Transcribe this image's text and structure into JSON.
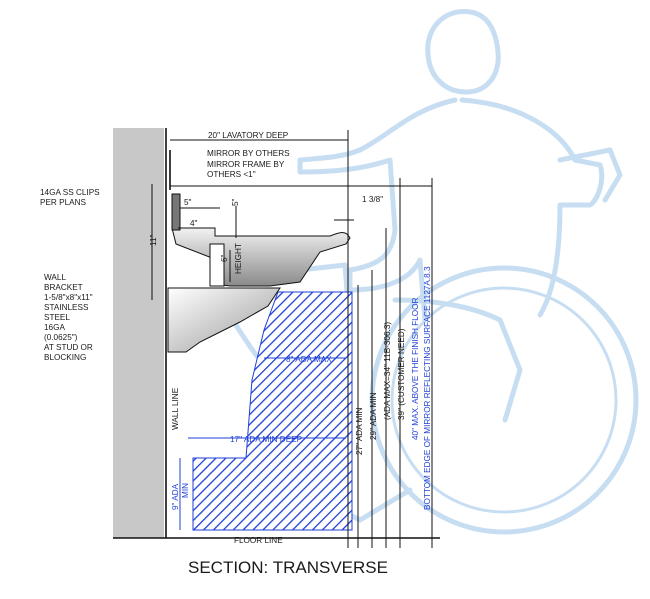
{
  "title": "SECTION: TRANSVERSE",
  "labels": {
    "lavatory_deep": "20\" LAVATORY DEEP",
    "mirror_by_others": "MIRROR BY OTHERS",
    "mirror_frame_1": "MIRROR FRAME BY",
    "mirror_frame_2": "OTHERS <1\"",
    "clips_1": "14GA SS CLIPS",
    "clips_2": "PER PLANS",
    "dim_5a": "5\"",
    "dim_5b": "5\"",
    "dim_1_3_8": "1 3/8\"",
    "dim_4": "4\"",
    "dim_11": "11\"",
    "dim_6": "6\"",
    "height": "HEIGHT",
    "bracket_1": "WALL",
    "bracket_2": "BRACKET",
    "bracket_3": "1-5/8\"x8\"x11\"",
    "bracket_4": "STAINLESS",
    "bracket_5": "STEEL",
    "bracket_6": "16GA",
    "bracket_7": "(0.0625\")",
    "bracket_8": "AT STUD OR",
    "bracket_9": "BLOCKING",
    "wall_line": "WALL LINE",
    "ada_max": "8\" ADA MAX",
    "ada_min_deep": "17\" ADA MIN DEEP",
    "ada_9_min": "9\" ADA",
    "ada_9_min_2": "MIN",
    "finish_floor": "FLOOR LINE",
    "v27": "27\" ADA MIN",
    "v29": "29\" ADA MIN",
    "v34": "(ADA MAX=34\" 11B-306.3)",
    "v39": "39\" (CUSTOMER NEED)",
    "v40a": "40\" MAX. ABOVE THE FINISH FLOOR",
    "v40b": "BOTTOM EDGE OF MIRROR REFLECTING SURFACE 1127A.8.3"
  },
  "colors": {
    "wall": "#c8c8c8",
    "ada": "#1f3fd6",
    "ghost_figure": "#c7def2",
    "line": "#111111"
  }
}
